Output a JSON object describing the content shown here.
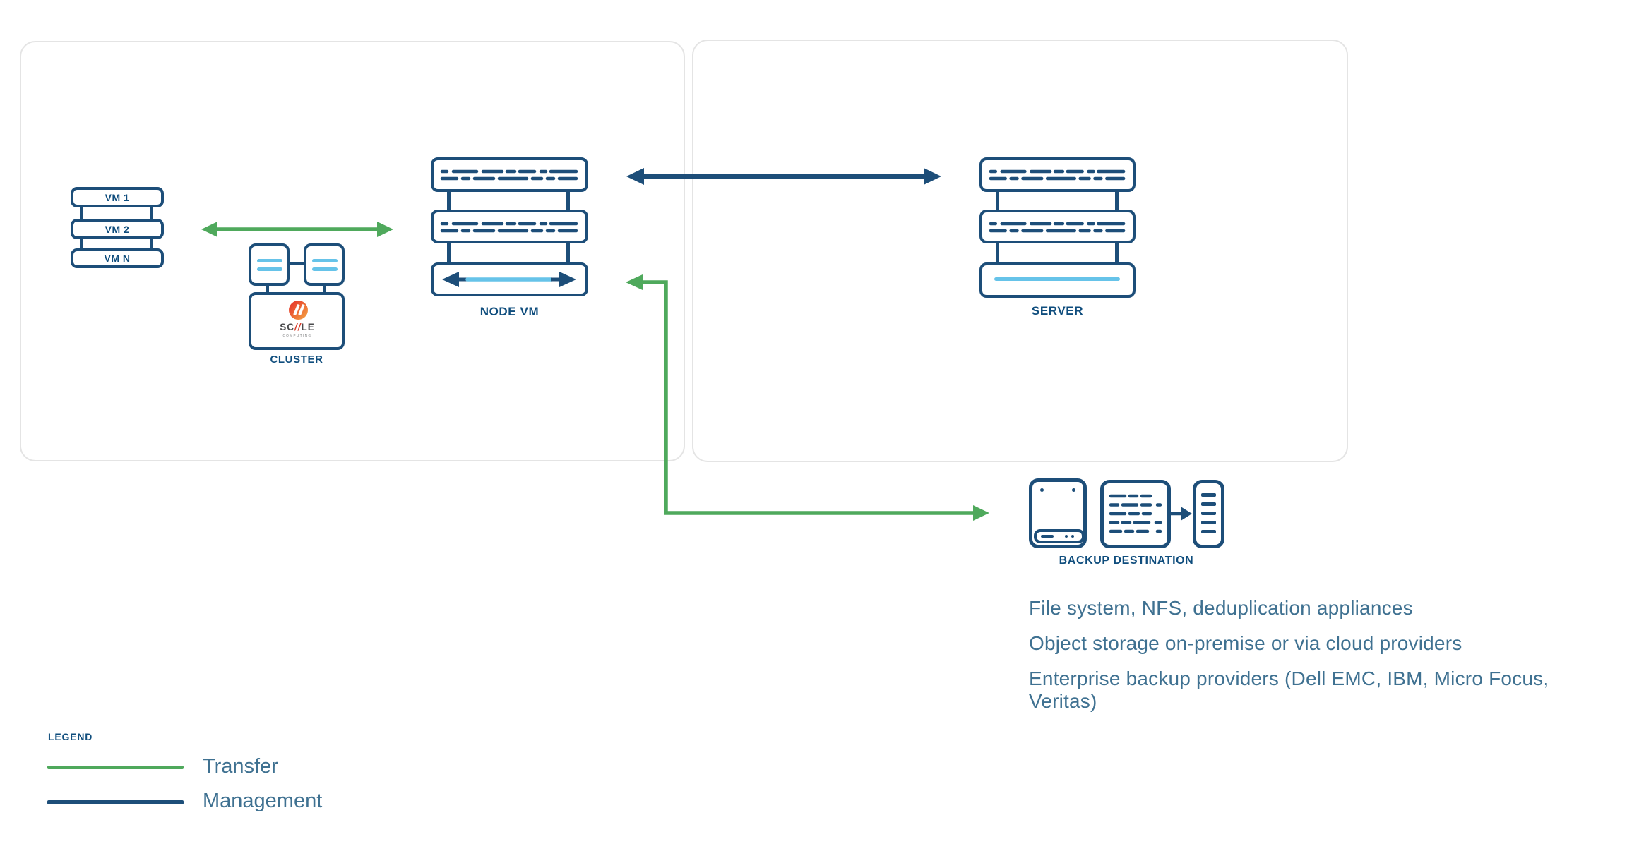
{
  "vm_stack": {
    "vm1": "VM 1",
    "vm2": "VM 2",
    "vmn": "VM N"
  },
  "cluster": {
    "label": "CLUSTER",
    "logo_sc": "SC",
    "logo_slashes": "//",
    "logo_le": "LE",
    "logo_sub": "COMPUTING"
  },
  "node_vm": {
    "label": "NODE VM"
  },
  "server": {
    "label": "SERVER"
  },
  "backup": {
    "label": "BACKUP DESTINATION",
    "notes": [
      "File system, NFS, deduplication appliances",
      "Object storage on-premise or via cloud providers",
      "Enterprise backup providers (Dell EMC, IBM, Micro Focus, Veritas)"
    ]
  },
  "legend": {
    "title": "LEGEND",
    "items": [
      {
        "label": "Transfer",
        "color": "#4fa95c"
      },
      {
        "label": "Management",
        "color": "#1d4e79"
      }
    ]
  },
  "colors": {
    "navy": "#1d4e79",
    "green": "#4fa95c",
    "light_blue": "#66c3e9",
    "label_navy": "#0f4d7d",
    "text_steel": "#3f7191",
    "panel_border": "#e4e4e4",
    "logo_red": "#e8432e",
    "logo_orange": "#f2953f"
  }
}
